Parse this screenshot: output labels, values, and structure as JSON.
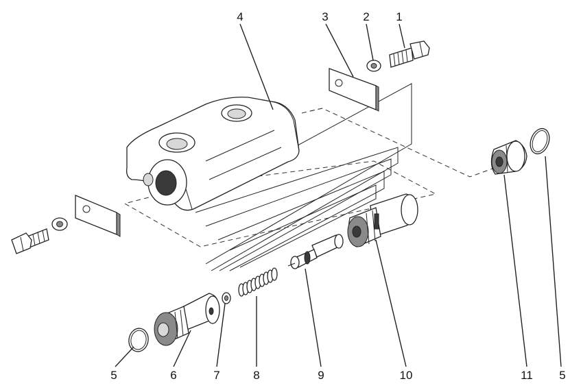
{
  "labels": {
    "p1": "1",
    "p2": "2",
    "p3": "3",
    "p4": "4",
    "p5_left": "5",
    "p5_right": "5",
    "p6": "6",
    "p7": "7",
    "p8": "8",
    "p9": "9",
    "p10": "10",
    "p11": "11"
  }
}
